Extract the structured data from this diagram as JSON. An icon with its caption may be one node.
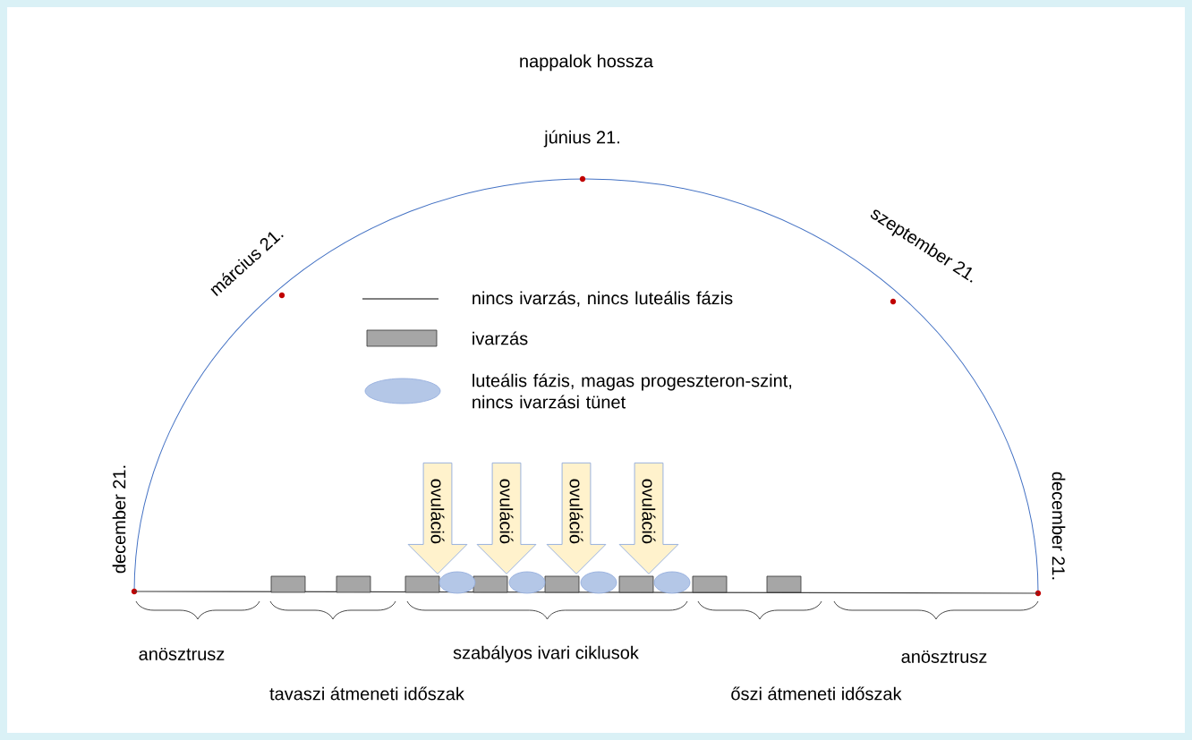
{
  "diagram": {
    "title": "nappalok hossza",
    "nodes": [
      {
        "text": [
          "ovuláció"
        ]
      },
      {
        "text": [
          "ovuláció"
        ]
      },
      {
        "text": [
          "ovuláció"
        ]
      },
      {
        "text": [
          "ovuláció"
        ]
      }
    ],
    "labels": [
      "június 21.",
      "március 21.",
      "szeptember 21.",
      "december 21.",
      "december 21.",
      "anösztrusz",
      "szabályos ivari ciklusok",
      "anösztrusz",
      "tavaszi átmeneti időszak",
      "őszi átmeneti időszak"
    ],
    "legend": [
      {
        "text": "nincs ivarzás, nincs luteális fázis"
      },
      {
        "text": "ivarzás",
        "color": "#a6a6a6"
      },
      {
        "text": "luteális fázis, magas progeszteron-szint, nincs ivarzási tünet",
        "color": "#b4c7e7"
      }
    ]
  }
}
